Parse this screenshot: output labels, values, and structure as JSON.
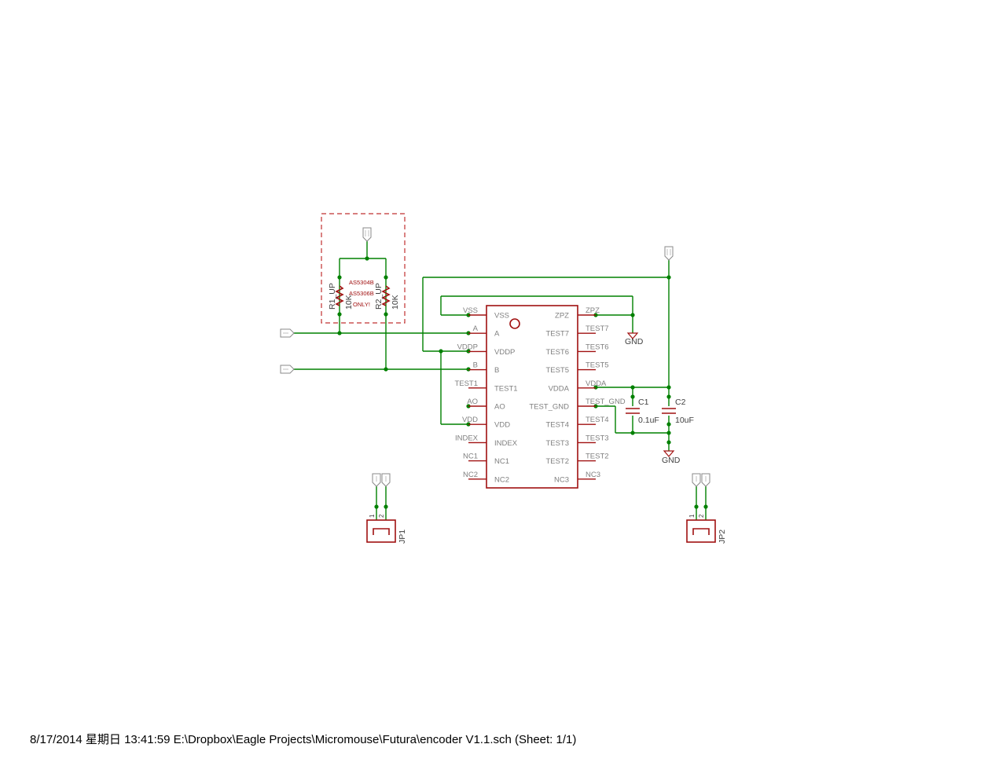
{
  "ic": {
    "left_pins": [
      {
        "net": "VSS",
        "name": "VSS"
      },
      {
        "net": "A",
        "name": "A"
      },
      {
        "net": "VDDP",
        "name": "VDDP"
      },
      {
        "net": "B",
        "name": "B"
      },
      {
        "net": "TEST1",
        "name": "TEST1"
      },
      {
        "net": "AO",
        "name": "AO"
      },
      {
        "net": "VDD",
        "name": "VDD"
      },
      {
        "net": "INDEX",
        "name": "INDEX"
      },
      {
        "net": "NC1",
        "name": "NC1"
      },
      {
        "net": "NC2",
        "name": "NC2"
      }
    ],
    "right_pins": [
      {
        "net": "ZPZ",
        "name": "ZPZ"
      },
      {
        "net": "TEST7",
        "name": "TEST7"
      },
      {
        "net": "TEST6",
        "name": "TEST6"
      },
      {
        "net": "TEST5",
        "name": "TEST5"
      },
      {
        "net": "VDDA",
        "name": "VDDA"
      },
      {
        "net": "TEST_GND",
        "name": "TEST_GND"
      },
      {
        "net": "TEST4",
        "name": "TEST4"
      },
      {
        "net": "TEST3",
        "name": "TEST3"
      },
      {
        "net": "TEST2",
        "name": "TEST2"
      },
      {
        "net": "NC3",
        "name": "NC3"
      }
    ]
  },
  "resistors": {
    "r1_name": "R1_UP",
    "r1_value": "10K",
    "r2_name": "R2_UP",
    "r2_value": "10K",
    "note_line1": "AS5304B",
    "note_line2": "AS5306B",
    "note_line3": "ONLY!"
  },
  "capacitors": {
    "c1_name": "C1",
    "c1_value": "0.1uF",
    "c2_name": "C2",
    "c2_value": "10uF"
  },
  "ground": {
    "gnd1_label": "GND",
    "gnd2_label": "GND"
  },
  "connectors": {
    "jp1_name": "JP1",
    "jp2_name": "JP2",
    "pin1": "1",
    "pin2": "2"
  },
  "footer": {
    "text": "8/17/2014 星期日 13:41:59  E:\\Dropbox\\Eagle Projects\\Micromouse\\Futura\\encoder V1.1.sch (Sheet: 1/1)"
  },
  "colors": {
    "wire": "#008000",
    "part": "#a01010",
    "text": "#808080"
  }
}
